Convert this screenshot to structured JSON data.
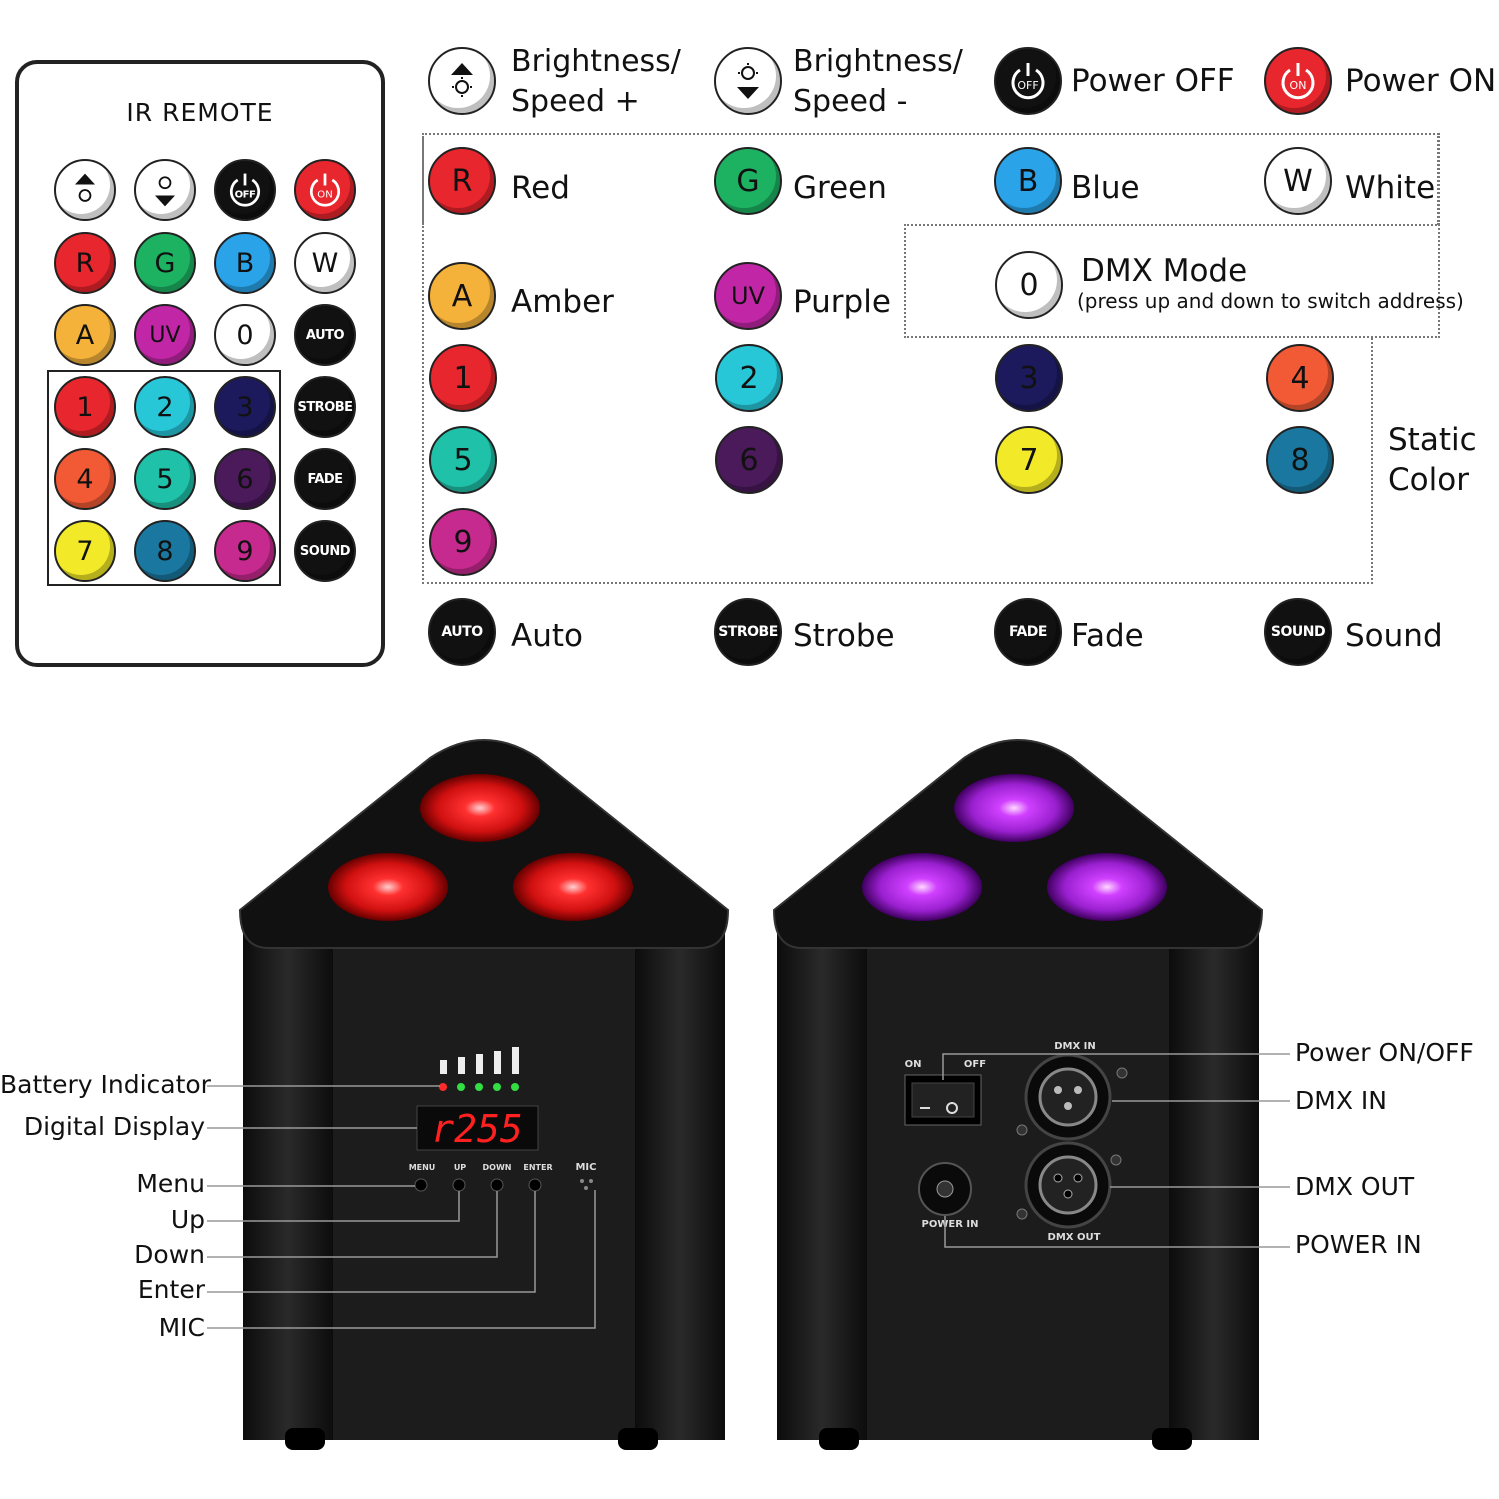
{
  "remote": {
    "title": "IR  REMOTE",
    "buttons": [
      {
        "label": "",
        "icon": "brightness-up-icon",
        "color": "#ffffff"
      },
      {
        "label": "",
        "icon": "brightness-down-icon",
        "color": "#ffffff"
      },
      {
        "label": "OFF",
        "icon": "power-off-icon",
        "color": "#111111"
      },
      {
        "label": "ON",
        "icon": "power-on-icon",
        "color": "#e8262d"
      },
      {
        "label": "R",
        "color": "#e8262d"
      },
      {
        "label": "G",
        "color": "#1db262"
      },
      {
        "label": "B",
        "color": "#2aa3e8"
      },
      {
        "label": "W",
        "color": "#ffffff"
      },
      {
        "label": "A",
        "color": "#f5b23a"
      },
      {
        "label": "UV",
        "color": "#c026a5"
      },
      {
        "label": "0",
        "color": "#ffffff"
      },
      {
        "label": "AUTO",
        "color": "#111111"
      },
      {
        "label": "1",
        "color": "#e8262d"
      },
      {
        "label": "2",
        "color": "#27c7d8"
      },
      {
        "label": "3",
        "color": "#1c1a5c"
      },
      {
        "label": "STROBE",
        "color": "#111111"
      },
      {
        "label": "4",
        "color": "#f25a35"
      },
      {
        "label": "5",
        "color": "#1fc1a8"
      },
      {
        "label": "6",
        "color": "#4a1a5a"
      },
      {
        "label": "FADE",
        "color": "#111111"
      },
      {
        "label": "7",
        "color": "#f2ea28"
      },
      {
        "label": "8",
        "color": "#1a78a0"
      },
      {
        "label": "9",
        "color": "#c72a8e"
      },
      {
        "label": "SOUND",
        "color": "#111111"
      }
    ]
  },
  "legend": {
    "brightness_up": {
      "line1": "Brightness/",
      "line2": "Speed +"
    },
    "brightness_down": {
      "line1": "Brightness/",
      "line2": "Speed -"
    },
    "power_off": {
      "btn": "OFF",
      "label": "Power OFF"
    },
    "power_on": {
      "btn": "ON",
      "label": "Power ON"
    },
    "red": {
      "btn": "R",
      "label": "Red"
    },
    "green": {
      "btn": "G",
      "label": "Green"
    },
    "blue": {
      "btn": "B",
      "label": "Blue"
    },
    "white": {
      "btn": "W",
      "label": "White"
    },
    "amber": {
      "btn": "A",
      "label": "Amber"
    },
    "purple": {
      "btn": "UV",
      "label": "Purple"
    },
    "dmx": {
      "btn": "0",
      "label": "DMX Mode",
      "note": "(press up and down to switch address)"
    },
    "static_numbers": [
      "1",
      "2",
      "3",
      "4",
      "5",
      "6",
      "7",
      "8",
      "9"
    ],
    "static_label_line1": "Static",
    "static_label_line2": "Color",
    "auto": {
      "btn": "AUTO",
      "label": "Auto"
    },
    "strobe": {
      "btn": "STROBE",
      "label": "Strobe"
    },
    "fade": {
      "btn": "FADE",
      "label": "Fade"
    },
    "sound": {
      "btn": "SOUND",
      "label": "Sound"
    }
  },
  "device_front": {
    "display": "r255",
    "panel_labels": {
      "menu": "MENU",
      "up": "UP",
      "down": "DOWN",
      "enter": "ENTER",
      "mic": "MIC"
    },
    "callouts": [
      "Battery Indicator",
      "Digital Display",
      "Menu",
      "Up",
      "Down",
      "Enter",
      "MIC"
    ]
  },
  "device_back": {
    "panel_labels": {
      "on": "ON",
      "off": "OFF",
      "dmx_in": "DMX IN",
      "dmx_out": "DMX OUT",
      "power_in": "POWER IN"
    },
    "callouts": [
      "Power ON/OFF",
      "DMX IN",
      "DMX OUT",
      "POWER IN"
    ]
  },
  "colors": {
    "red_led": "#ff2a2a",
    "uv_led": "#c040ff",
    "body": "#1a1a1a"
  }
}
